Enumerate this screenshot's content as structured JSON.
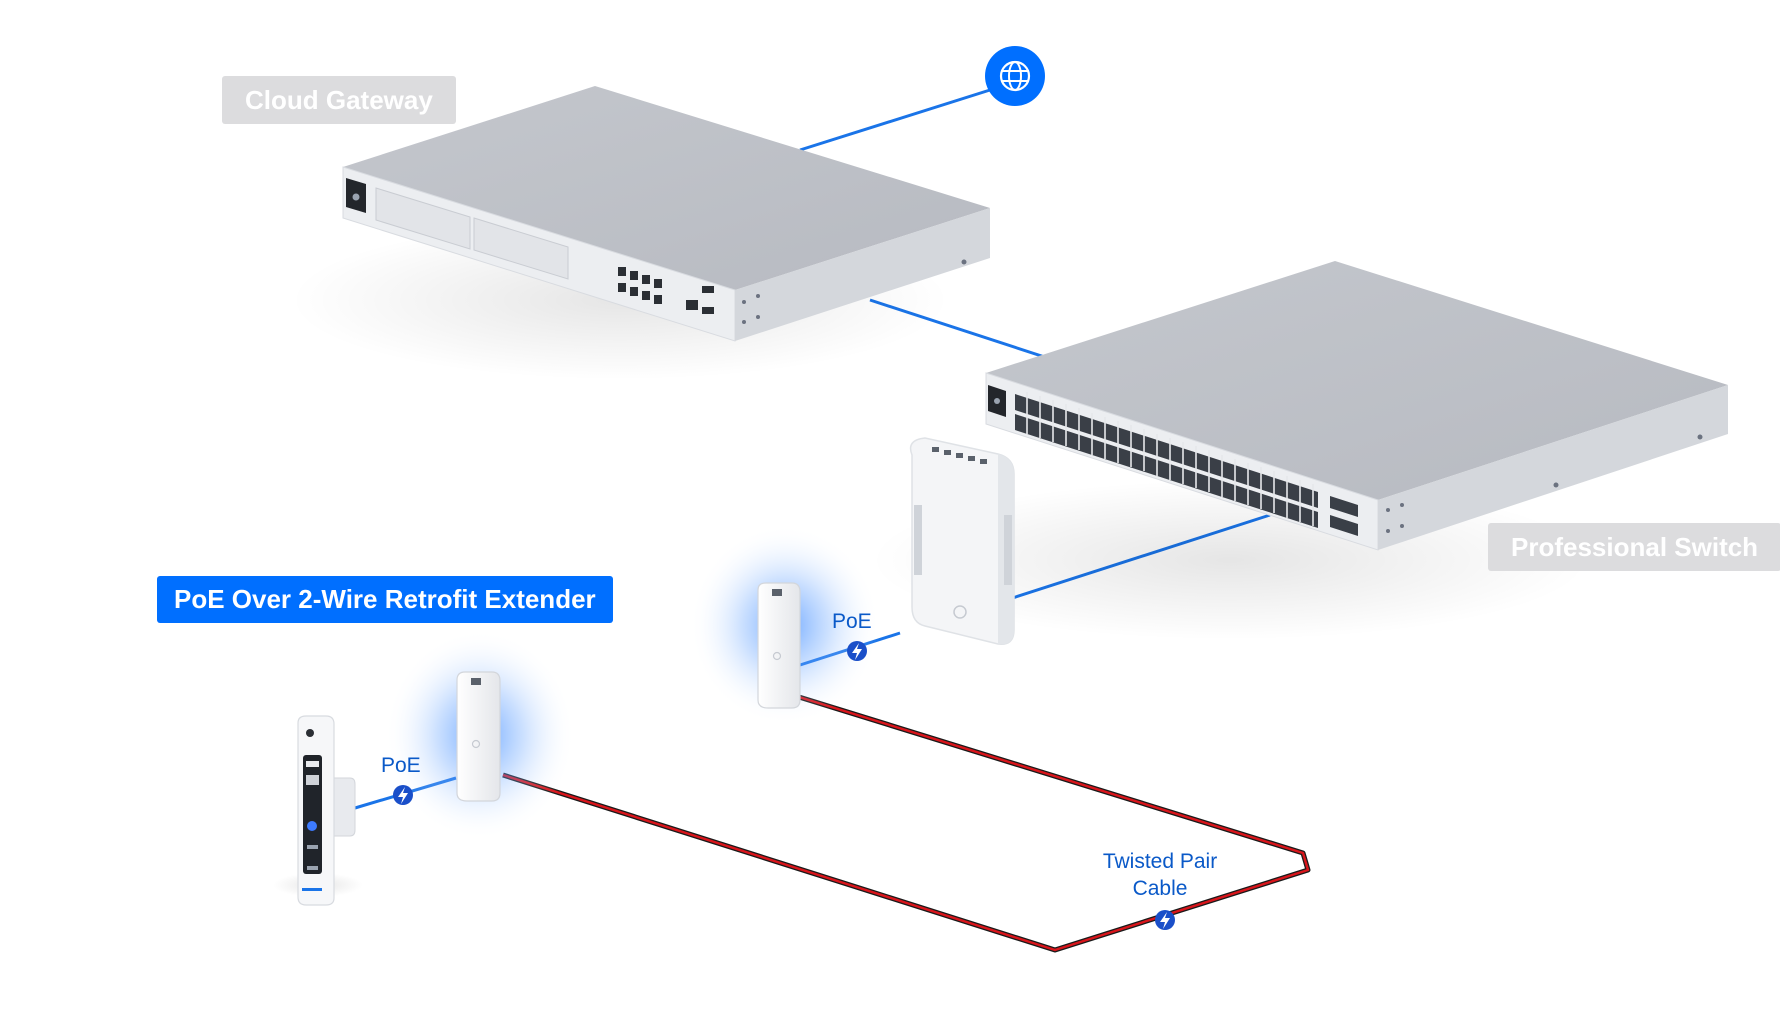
{
  "labels": {
    "cloud_gateway": "Cloud Gateway",
    "professional_switch": "Professional Switch",
    "extender_title": "PoE Over 2-Wire Retrofit Extender",
    "poe_right": "PoE",
    "poe_left": "PoE",
    "cable_line1": "Twisted Pair",
    "cable_line2": "Cable"
  },
  "icons": {
    "internet": "globe-icon",
    "power": "lightning-bolt-icon"
  },
  "colors": {
    "ethernet_link": "#1a74e8",
    "twisted_pair": "#d9151b",
    "accent_blue": "#006fff",
    "label_text": "#0a59c8",
    "grey_tag": "#dcdcde",
    "device_body": "#c7cad0"
  }
}
